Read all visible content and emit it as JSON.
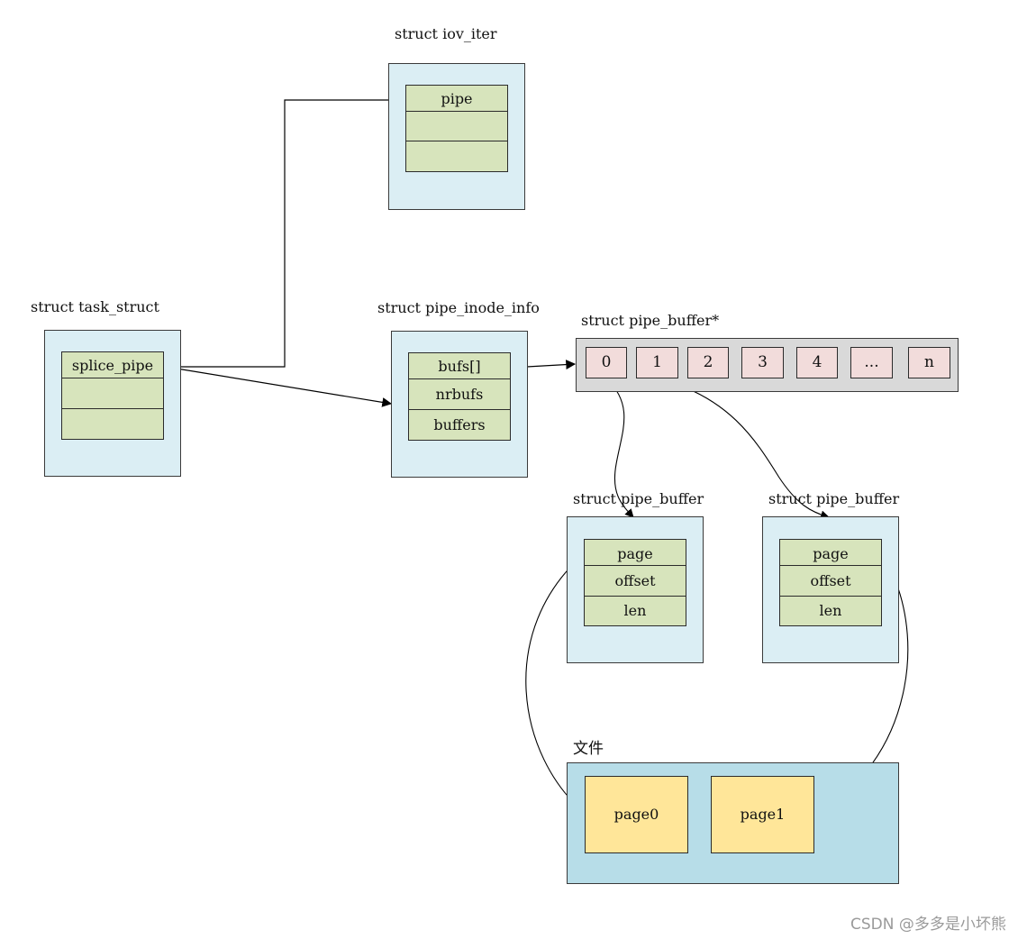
{
  "iov_iter": {
    "title": "struct iov_iter",
    "fields": [
      "pipe",
      "",
      ""
    ]
  },
  "task_struct": {
    "title": "struct task_struct",
    "fields": [
      "splice_pipe",
      "",
      ""
    ]
  },
  "pipe_inode_info": {
    "title": "struct pipe_inode_info",
    "fields": [
      "bufs[]",
      "nrbufs",
      "buffers"
    ]
  },
  "pipe_buffer_array": {
    "title": "struct pipe_buffer*",
    "cells": [
      "0",
      "1",
      "2",
      "3",
      "4",
      "...",
      "n"
    ]
  },
  "pipe_buffers": [
    {
      "title": "struct pipe_buffer",
      "fields": [
        "page",
        "offset",
        "len"
      ]
    },
    {
      "title": "struct pipe_buffer",
      "fields": [
        "page",
        "offset",
        "len"
      ]
    }
  ],
  "file": {
    "title": "文件",
    "pages": [
      "page0",
      "page1"
    ]
  },
  "watermark": "CSDN @多多是小坏熊",
  "colors": {
    "struct_bg": "#dbeef4",
    "field_bg": "#d7e4bc",
    "array_bg": "#d9d9d9",
    "cell_bg": "#f2dcdb",
    "file_bg": "#b7dde8",
    "page_bg": "#ffe699"
  }
}
